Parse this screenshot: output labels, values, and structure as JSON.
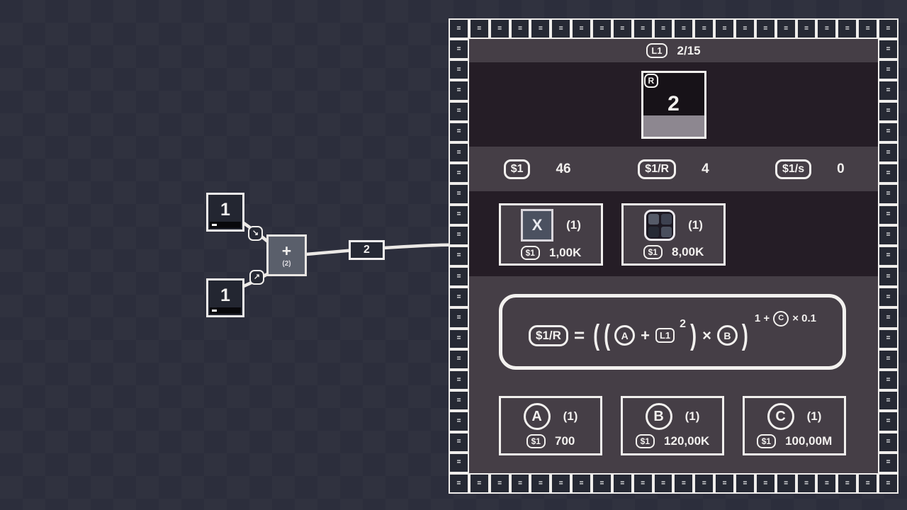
{
  "colors": {
    "background": "#2c2e3c",
    "panel_tile": "#262934",
    "panel_dark_band": "#251d26",
    "panel_light_band": "#453e46",
    "card_dark": "#171218",
    "progress_gray": "#8d8790",
    "chalk_white": "#f2f0ee",
    "node_dark": "#232631",
    "operator_node_gray": "#5a5f6b"
  },
  "graph": {
    "input_nodes": [
      {
        "value": "1"
      },
      {
        "value": "1"
      }
    ],
    "operator_node": {
      "symbol": "+",
      "sub": "(2)"
    },
    "connectors": [
      {
        "icon": "arrow-down-right",
        "glyph": "↘"
      },
      {
        "icon": "arrow-up-right",
        "glyph": "↗"
      }
    ],
    "wire_value_badge": "2"
  },
  "panel": {
    "border": {
      "glyph": "=",
      "top_count": 22,
      "bottom_count": 22,
      "left_count": 21,
      "right_count": 21
    },
    "header": {
      "level_badge": "L1",
      "progress": "2/15"
    },
    "resource_card": {
      "corner_badge": "R",
      "value": "2",
      "fill_percent": 33,
      "fill_style": "height:33%"
    },
    "stats": [
      {
        "badge": "$1",
        "value": "46"
      },
      {
        "badge": "$1/R",
        "value": "4"
      },
      {
        "badge": "$1/s",
        "value": "0"
      }
    ],
    "upgrades": [
      {
        "icon": "x-tile",
        "tile_label": "X",
        "count": "(1)",
        "currency": "$1",
        "cost": "1,00K"
      },
      {
        "icon": "grid-tile",
        "count": "(1)",
        "currency": "$1",
        "cost": "8,00K"
      }
    ],
    "formula": {
      "lhs_badge": "$1/R",
      "equals": "=",
      "open_paren": "(",
      "var_a": "A",
      "plus": "+",
      "level_badge": "L1",
      "level_exponent": "2",
      "close_paren": ")",
      "times": "×",
      "var_b": "B",
      "exponent_prefix": "1 +",
      "exponent_var": "C",
      "exponent_suffix": "× 0.1"
    },
    "buy_buttons": [
      {
        "label": "A",
        "count": "(1)",
        "currency": "$1",
        "cost": "700"
      },
      {
        "label": "B",
        "count": "(1)",
        "currency": "$1",
        "cost": "120,00K"
      },
      {
        "label": "C",
        "count": "(1)",
        "currency": "$1",
        "cost": "100,00M"
      }
    ]
  }
}
